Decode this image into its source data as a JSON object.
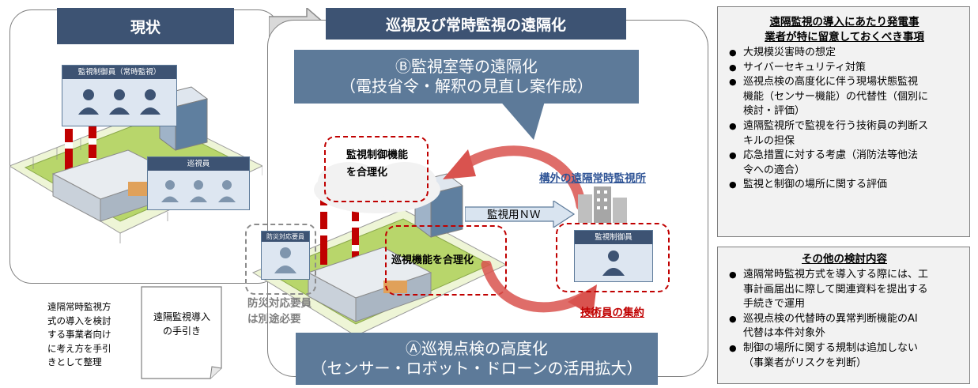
{
  "current_state": {
    "title": "現状"
  },
  "main": {
    "title": "巡視及び常時監視の遠隔化",
    "b_banner": {
      "line1": "Ⓑ監視室等の遠隔化",
      "line2": "（電技省令・解釈の見直し案作成）"
    },
    "a_banner": {
      "line1": "Ⓐ巡視点検の高度化",
      "line2": "（センサー・ロボット・ドローンの活用拡大）"
    }
  },
  "left_scene": {
    "monitor_staff_label": "監視制御員（常時監視）",
    "patrol_staff_label": "巡視員"
  },
  "center_scene": {
    "control_rationalize": {
      "line1": "監視制御機能",
      "line2": "を合理化"
    },
    "patrol_rationalize": "巡視機能を合理化",
    "remote_center": "構外の遠隔常時監視所",
    "network": "監視用ＮＷ",
    "remote_operator_label": "監視制御員",
    "disaster_staff_label": "防災対応要員",
    "disaster_note": {
      "line1": "防災対応要員",
      "line2": "は別途必要"
    },
    "engineer_consolidation": "技術員の集約"
  },
  "guide": {
    "description": [
      "遠隔常時監視方",
      "式の導入を検討",
      "する事業者向け",
      "に考え方を手引",
      "きとして整理"
    ],
    "document": [
      "遠隔監視導入",
      "の手引き"
    ]
  },
  "right_panel_top": {
    "title_line1": "遠隔監視の導入にあたり発電事",
    "title_line2": "業者が特に留意しておくべき事項",
    "items": [
      [
        "大規模災害時の想定"
      ],
      [
        "サイバーセキュリティ対策"
      ],
      [
        "巡視点検の高度化に伴う現場状態監視",
        "機能（センサー機能）の代替性（個別に",
        "検討・評価）"
      ],
      [
        "遠隔監視所で監視を行う技術員の判断ス",
        "キルの担保"
      ],
      [
        "応急措置に対する考慮（消防法等他法",
        "令への適合）"
      ],
      [
        "監視と制御の場所に関する評価"
      ]
    ]
  },
  "right_panel_bottom": {
    "title": "その他の検討内容",
    "items": [
      [
        "遠隔常時監視方式を導入する際には、工",
        "事計画届出に際して関連資料を提出する",
        "手続きで運用"
      ],
      [
        "巡視点検の代替時の異常判断機能のAI",
        "代替は本件対象外"
      ],
      [
        "制御の場所に関する規制は追加しない",
        "（事業者がリスクを判断）"
      ]
    ]
  },
  "icons": [
    "plant-illustration",
    "operator-icon",
    "arrow-right-icon",
    "curved-arrow-icon",
    "building-icon",
    "document-icon"
  ]
}
